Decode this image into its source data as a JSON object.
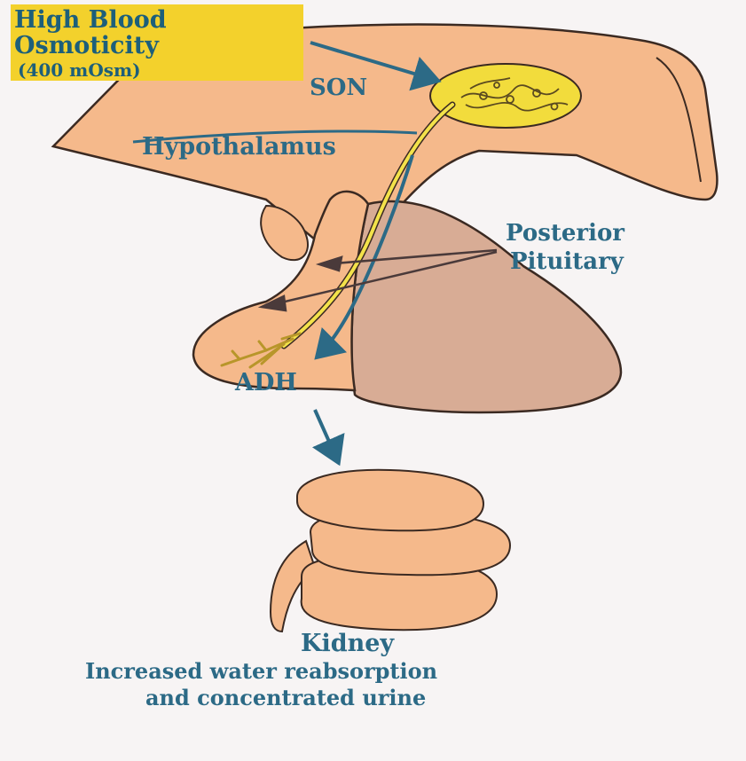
{
  "labels": {
    "stimulus_line1": "High Blood",
    "stimulus_line2": "Osmoticity",
    "stimulus_line3": "(400 mOsm)",
    "son": "SON",
    "hypothalamus": "Hypothalamus",
    "posterior_line1": "Posterior",
    "posterior_line2": "Pituitary",
    "adh": "ADH",
    "kidney": "Kidney",
    "effect_line1": "Increased water reabsorption",
    "effect_line2": "and concentrated urine"
  },
  "colors": {
    "tissue": "#f5b98b",
    "tissue_outline": "#3b2a22",
    "posterior_lobe": "#d8ac95",
    "nucleus": "#f2dc3c",
    "axon": "#f3e24a",
    "arrow": "#2c6a86",
    "pointer": "#4a3a3a",
    "label_text": "#2c6a86",
    "title_bg": "#f3d12c"
  }
}
